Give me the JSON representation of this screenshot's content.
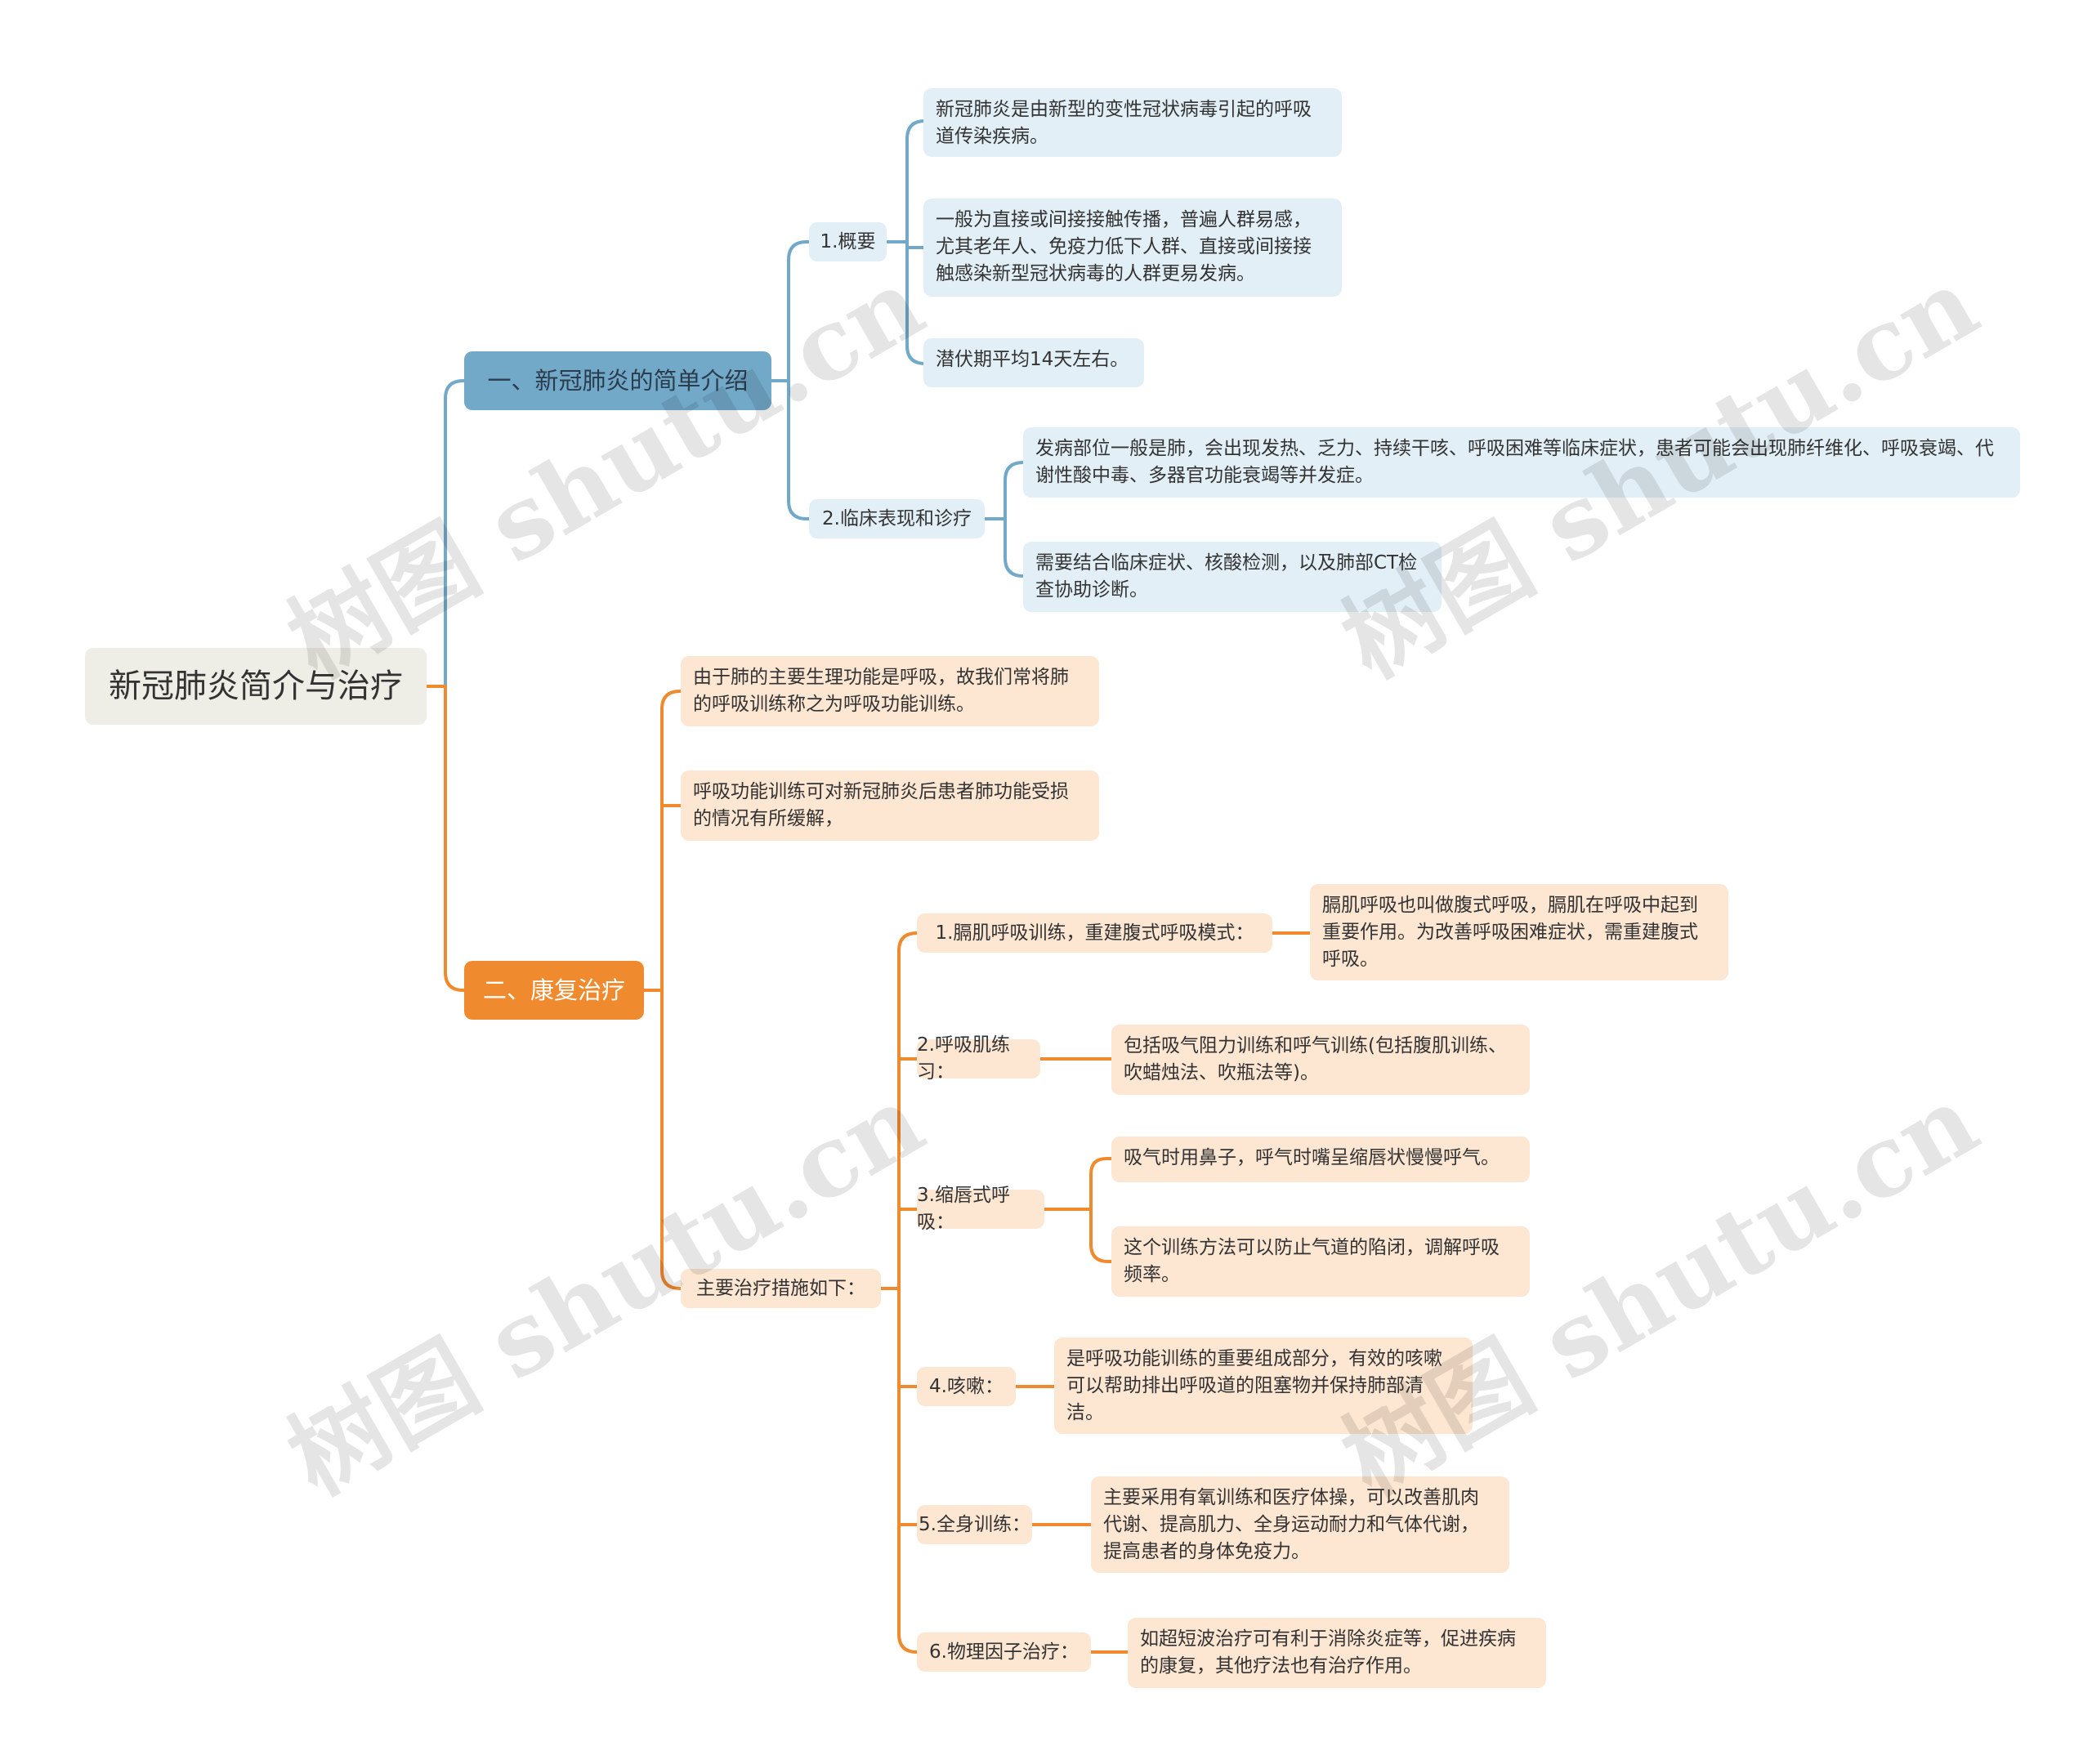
{
  "root": {
    "label": "新冠肺炎简介与治疗"
  },
  "branch1": {
    "label": "一、新冠肺炎的简单介绍",
    "sub1": {
      "label": "1.概要",
      "items": [
        "新冠肺炎是由新型的变性冠状病毒引起的呼吸道传染疾病。",
        "一般为直接或间接接触传播，普遍人群易感，尤其老年人、免疫力低下人群、直接或间接接触感染新型冠状病毒的人群更易发病。",
        "潜伏期平均14天左右。"
      ]
    },
    "sub2": {
      "label": "2.临床表现和诊疗",
      "items": [
        "发病部位一般是肺，会出现发热、乏力、持续干咳、呼吸困难等临床症状，患者可能会出现肺纤维化、呼吸衰竭、代谢性酸中毒、多器官功能衰竭等并发症。",
        "需要结合临床症状、核酸检测，以及肺部CT检查协助诊断。"
      ]
    }
  },
  "branch2": {
    "label": "二、康复治疗",
    "intro1": "由于肺的主要生理功能是呼吸，故我们常将肺的呼吸训练称之为呼吸功能训练。",
    "intro2": "呼吸功能训练可对新冠肺炎后患者肺功能受损的情况有所缓解，",
    "measures": {
      "label": "主要治疗措施如下：",
      "items": [
        {
          "label": "1.膈肌呼吸训练，重建腹式呼吸模式：",
          "details": [
            "膈肌呼吸也叫做腹式呼吸，膈肌在呼吸中起到重要作用。为改善呼吸困难症状，需重建腹式呼吸。"
          ]
        },
        {
          "label": "2.呼吸肌练习：",
          "details": [
            "包括吸气阻力训练和呼气训练(包括腹肌训练、吹蜡烛法、吹瓶法等)。"
          ]
        },
        {
          "label": "3.缩唇式呼吸：",
          "details": [
            "吸气时用鼻子，呼气时嘴呈缩唇状慢慢呼气。",
            "这个训练方法可以防止气道的陷闭，调解呼吸频率。"
          ]
        },
        {
          "label": "4.咳嗽：",
          "details": [
            "是呼吸功能训练的重要组成部分，有效的咳嗽可以帮助排出呼吸道的阻塞物并保持肺部清洁。"
          ]
        },
        {
          "label": "5.全身训练：",
          "details": [
            "主要采用有氧训练和医疗体操，可以改善肌肉代谢、提高肌力、全身运动耐力和气体代谢，提高患者的身体免疫力。"
          ]
        },
        {
          "label": "6.物理因子治疗：",
          "details": [
            "如超短波治疗可有利于消除炎症等，促进疾病的康复，其他疗法也有治疗作用。"
          ]
        }
      ]
    }
  },
  "watermark": "树图 shutu.cn",
  "colors": {
    "blue_line": "#72a9c9",
    "orange_line": "#f08a2e",
    "blue_fill": "#e2eff7",
    "orange_fill": "#fde6d2"
  }
}
